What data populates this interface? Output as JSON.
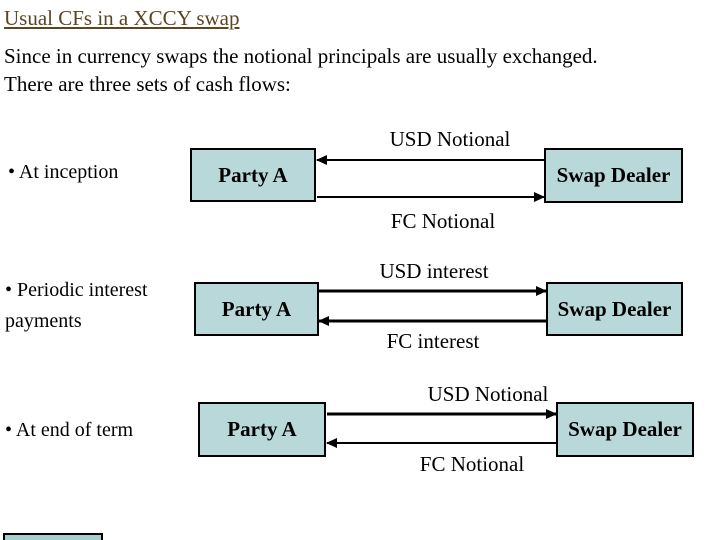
{
  "title": "Usual CFs in a XCCY swap",
  "intro": {
    "line1": "Since in currency swaps the notional principals are usually exchanged.",
    "line2": "There are three sets of cash flows:"
  },
  "colors": {
    "box_fill": "#b9d8da",
    "title_text": "#5c4523",
    "arrow": "#000000"
  },
  "rows": [
    {
      "bullet": "• At inception",
      "bullet_line2": "",
      "party_a": "Party A",
      "swap_dealer": "Swap Dealer",
      "top_flow": {
        "label": "USD Notional",
        "direction": "left",
        "weight": "thin"
      },
      "bottom_flow": {
        "label": "FC Notional",
        "direction": "right",
        "weight": "thin"
      }
    },
    {
      "bullet": "• Periodic interest",
      "bullet_line2": "payments",
      "party_a": "Party A",
      "swap_dealer": "Swap Dealer",
      "top_flow": {
        "label": "USD interest",
        "direction": "right",
        "weight": "thick"
      },
      "bottom_flow": {
        "label": "FC interest",
        "direction": "left",
        "weight": "thick"
      }
    },
    {
      "bullet": "• At end of term",
      "bullet_line2": "",
      "party_a": "Party A",
      "swap_dealer": "Swap Dealer",
      "top_flow": {
        "label": "USD Notional",
        "direction": "right",
        "weight": "thick"
      },
      "bottom_flow": {
        "label": "FC Notional",
        "direction": "left",
        "weight": "thin"
      }
    }
  ]
}
